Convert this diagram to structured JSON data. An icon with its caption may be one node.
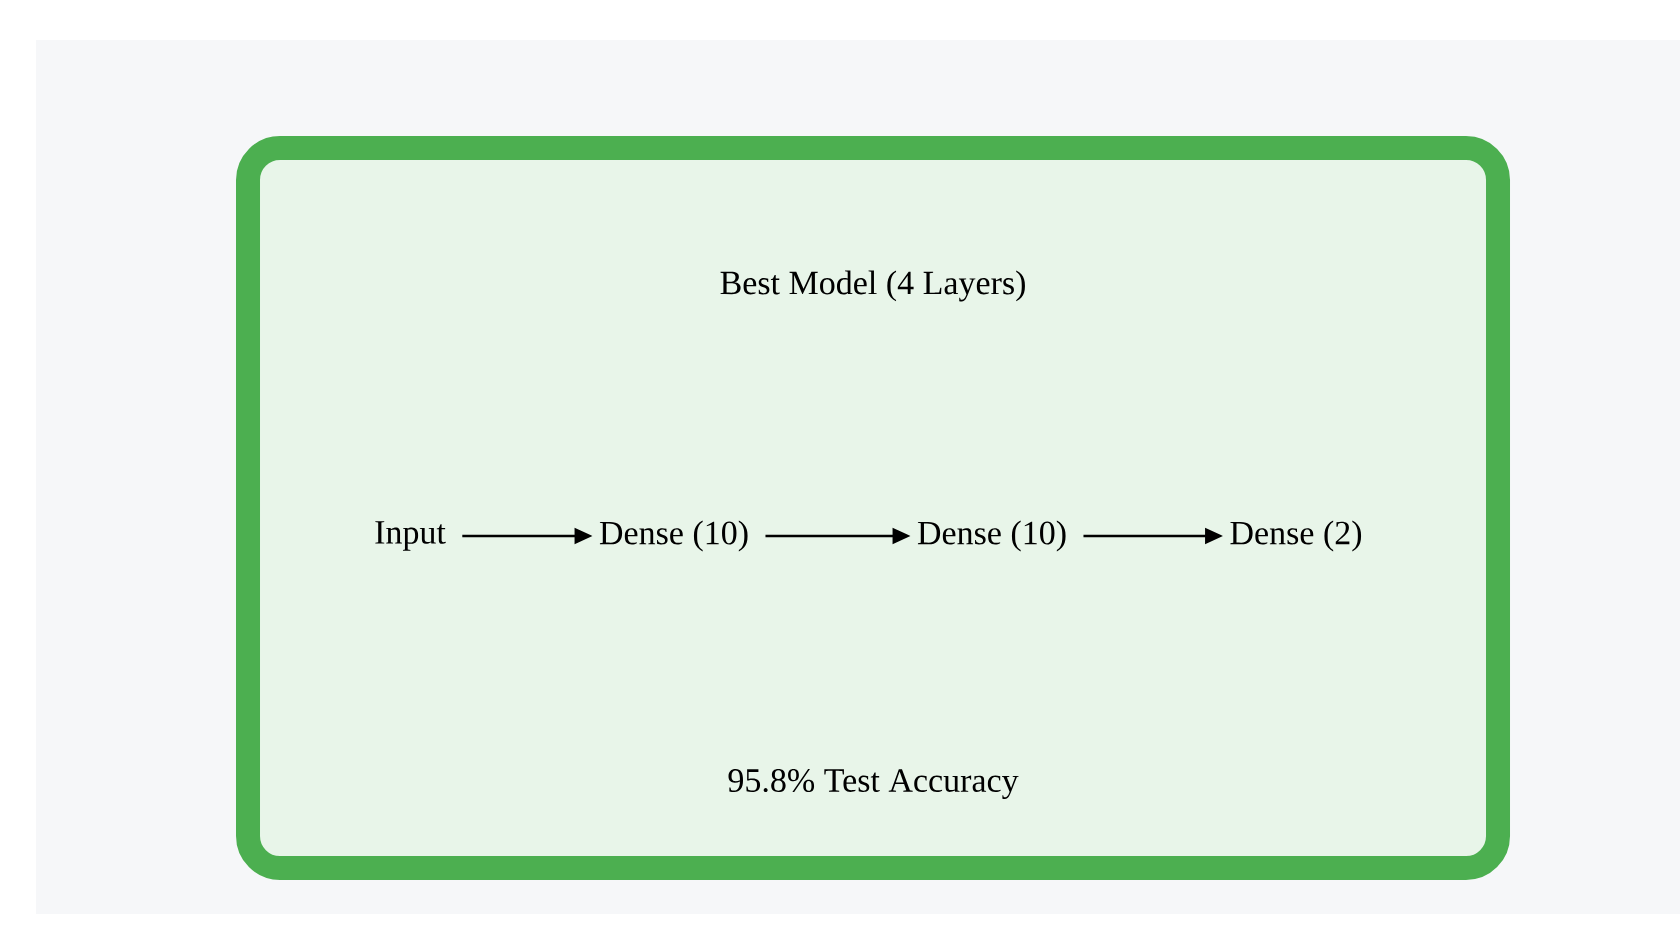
{
  "diagram": {
    "nodes": [
      {
        "text": [
          "Best Model (4 Layers)",
          "95.8% Test Accuracy"
        ]
      },
      {
        "text": [
          "Input"
        ],
        "in": 0
      },
      {
        "text": [
          "Dense (10)"
        ],
        "in": 0
      },
      {
        "text": [
          "Dense (10)"
        ],
        "in": 0
      },
      {
        "text": [
          "Dense (2)"
        ],
        "in": 0
      }
    ],
    "edges": [
      {
        "from": 1,
        "to": 2,
        "arrow": "to"
      },
      {
        "from": 2,
        "to": 3,
        "arrow": "to"
      },
      {
        "from": 3,
        "to": 4,
        "arrow": "to"
      }
    ]
  }
}
